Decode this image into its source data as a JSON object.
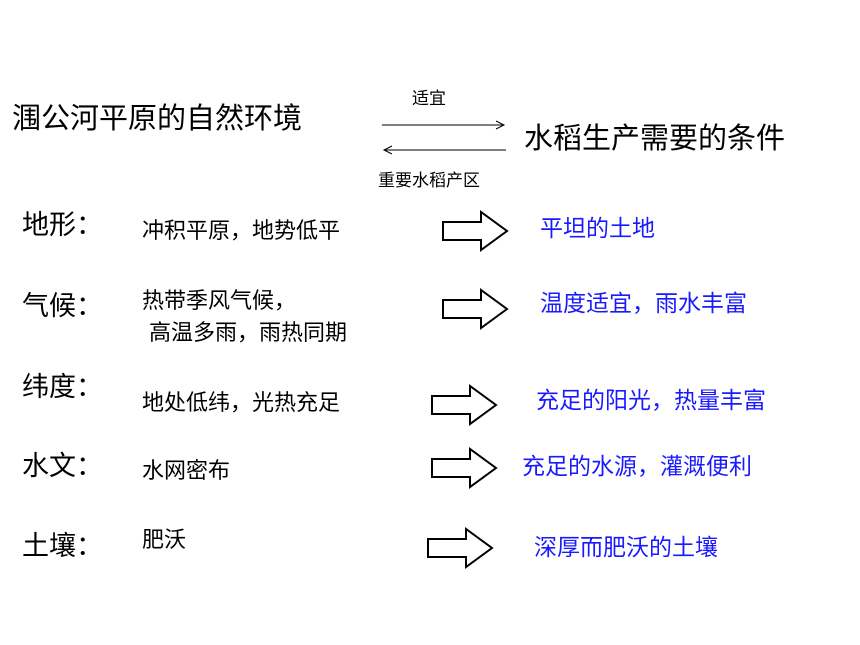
{
  "header": {
    "left_title": "涠公河平原的自然环境",
    "right_title": "水稻生产需要的条件",
    "arrow_forward_label": "适宜",
    "arrow_back_label": "重要水稻产区"
  },
  "rows": [
    {
      "label": "地形：",
      "desc_line1": "冲积平原，地势低平",
      "desc_line2": "",
      "result": "平坦的土地"
    },
    {
      "label": "气候：",
      "desc_line1": "热带季风气候，",
      "desc_line2": " 高温多雨，雨热同期",
      "result": "温度适宜，雨水丰富"
    },
    {
      "label": "纬度：",
      "desc_line1": "地处低纬，光热充足",
      "desc_line2": "",
      "result": "充足的阳光，热量丰富"
    },
    {
      "label": "水文：",
      "desc_line1": "水网密布",
      "desc_line2": "",
      "result": "充足的水源，灌溉便利"
    },
    {
      "label": "土壤：",
      "desc_line1": "肥沃",
      "desc_line2": "",
      "result": "深厚而肥沃的土壤"
    }
  ],
  "colors": {
    "result_text": "#1a1aff",
    "text": "#000000",
    "arrow_stroke": "#000000"
  },
  "icons": {
    "row_arrow": "block-arrow-right-icon",
    "forward_arrow": "arrow-right-icon",
    "back_arrow": "arrow-left-icon"
  }
}
